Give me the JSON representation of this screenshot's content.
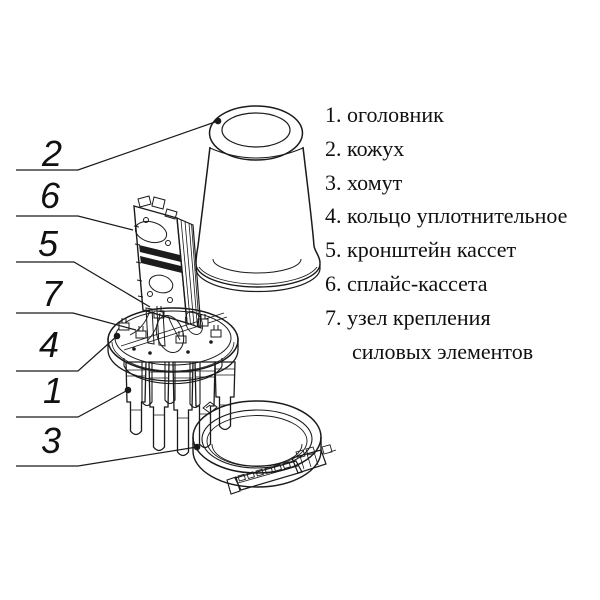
{
  "colors": {
    "ink": "#1a1a1a",
    "background": "#ffffff"
  },
  "diagram": {
    "description": "exploded view of fiber optic splice closure",
    "callouts": [
      {
        "label": "2"
      },
      {
        "label": "6"
      },
      {
        "label": "5"
      },
      {
        "label": "7"
      },
      {
        "label": "4"
      },
      {
        "label": "1"
      },
      {
        "label": "3"
      }
    ]
  },
  "legend": {
    "lines": [
      {
        "text": "1. оголовник"
      },
      {
        "text": "2. кожух"
      },
      {
        "text": "3. хомут"
      },
      {
        "text": "4. кольцо уплотнительное"
      },
      {
        "text": "5. кронштейн кассет"
      },
      {
        "text": "6. сплайс-кассета"
      },
      {
        "text": "7. узел крепления"
      },
      {
        "text": "силовых элементов"
      }
    ]
  }
}
